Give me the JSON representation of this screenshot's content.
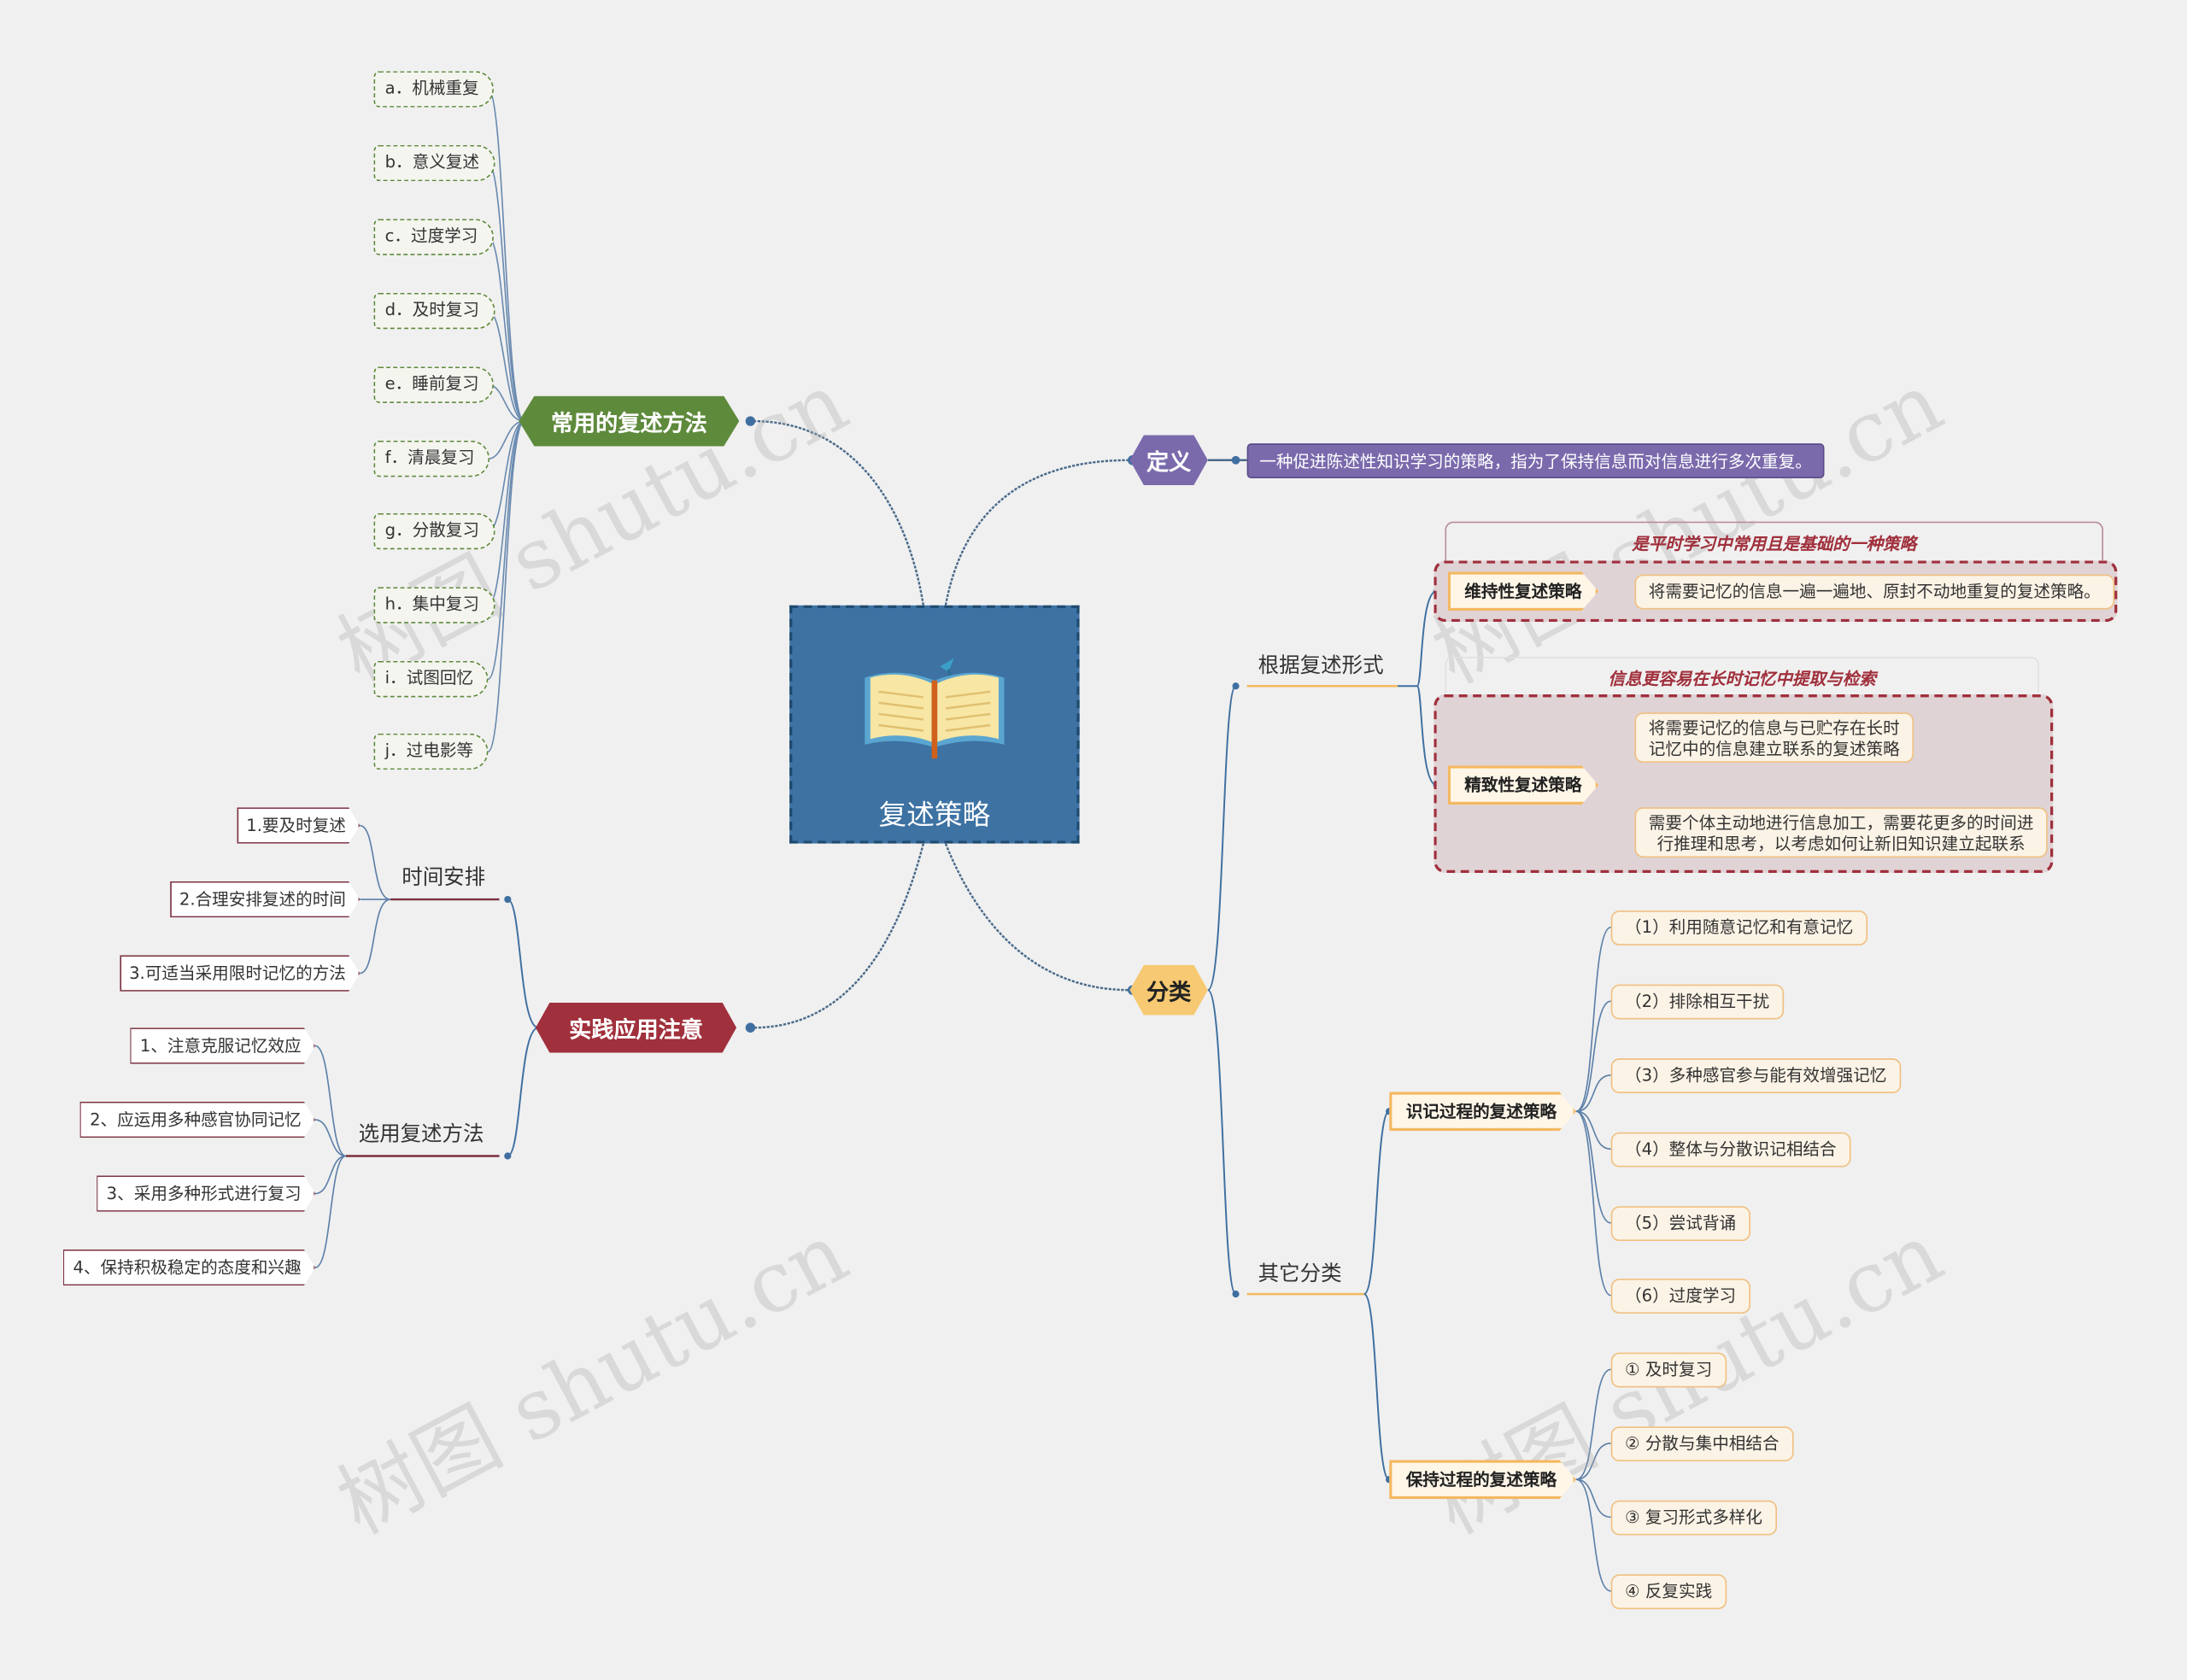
{
  "root": {
    "title": "复述策略",
    "icon": "open-book-icon"
  },
  "colors": {
    "root": "#3d72a3",
    "methods": "#5e8a3c",
    "definition": "#7a6aac",
    "classification": "#f6c972",
    "practice": "#a0303c"
  },
  "methods": {
    "label": "常用的复述方法",
    "items": [
      "a．机械重复",
      "b．意义复述",
      "c．过度学习",
      "d．及时复习",
      "e．睡前复习",
      "f．清晨复习",
      "g．分散复习",
      "h．集中复习",
      "i．试图回忆",
      "j．过电影等"
    ]
  },
  "definition": {
    "label": "定义",
    "text": "一种促进陈述性知识学习的策略，指为了保持信息而对信息进行多次重复。"
  },
  "classification": {
    "label": "分类",
    "by_form": {
      "label": "根据复述形式",
      "maintenance": {
        "note": "是平时学习中常用且是基础的一种策略",
        "label": "维持性复述策略",
        "desc": "将需要记忆的信息一遍一遍地、原封不动地重复的复述策略。"
      },
      "elaborative": {
        "note": "信息更容易在长时记忆中提取与检索",
        "label": "精致性复述策略",
        "desc1_line1": "将需要记忆的信息与已贮存在长时",
        "desc1_line2": "记忆中的信息建立联系的复述策略",
        "desc2_line1": "需要个体主动地进行信息加工，需要花更多的时间进",
        "desc2_line2": "行推理和思考，以考虑如何让新旧知识建立起联系"
      }
    },
    "other": {
      "label": "其它分类",
      "encoding": {
        "label": "识记过程的复述策略",
        "items": [
          "（1）利用随意记忆和有意记忆",
          "（2）排除相互干扰",
          "（3）多种感官参与能有效增强记忆",
          "（4）整体与分散识记相结合",
          "（5）尝试背诵",
          "（6）过度学习"
        ]
      },
      "retention": {
        "label": "保持过程的复述策略",
        "items": [
          "① 及时复习",
          "② 分散与集中相结合",
          "③ 复习形式多样化",
          "④ 反复实践"
        ]
      }
    }
  },
  "practice": {
    "label": "实践应用注意",
    "schedule": {
      "label": "时间安排",
      "items": [
        "1.要及时复述",
        "2.合理安排复述的时间",
        "3.可适当采用限时记忆的方法"
      ]
    },
    "methods": {
      "label": "选用复述方法",
      "items": [
        "1、注意克服记忆效应",
        "2、应运用多种感官协同记忆",
        "3、采用多种形式进行复习",
        "4、保持积极稳定的态度和兴趣"
      ]
    }
  },
  "watermark": "树图 shutu.cn"
}
